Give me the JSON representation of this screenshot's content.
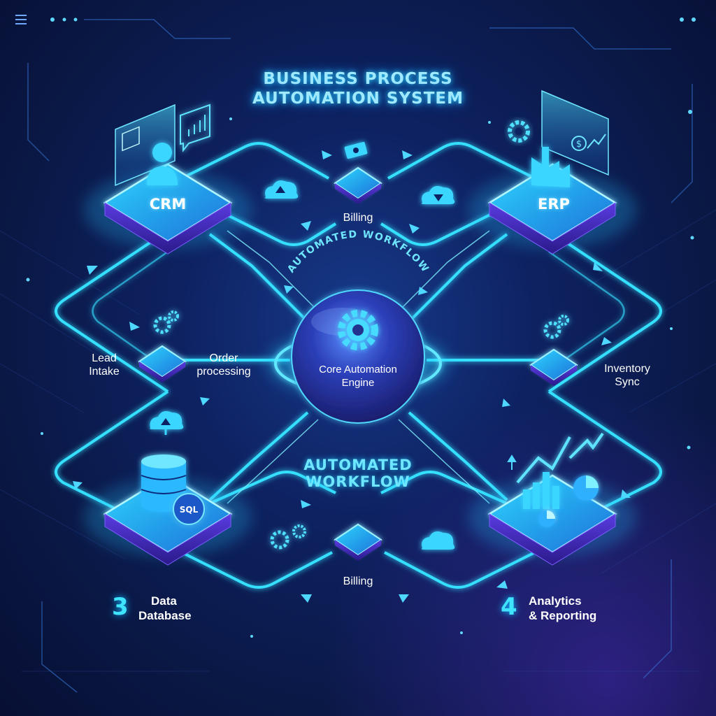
{
  "title": {
    "line1": "BUSINESS PROCESS",
    "line2": "AUTOMATION SYSTEM"
  },
  "nodes": {
    "crm": "CRM",
    "erp": "ERP",
    "database": {
      "number": "3",
      "line1": "Data",
      "line2": "Database",
      "sql_badge": "SQL"
    },
    "analytics": {
      "number": "4",
      "line1": "Analytics",
      "line2": "& Reporting"
    }
  },
  "engine": {
    "line1": "Core Automation",
    "line2": "Engine",
    "arc_label": "AUTOMATED WORKFLOW"
  },
  "workflow_label": {
    "line1": "AUTOMATED",
    "line2": "WORKFLOW"
  },
  "steps": {
    "billing_top": "Billing",
    "billing_bottom": "Billing",
    "lead_intake": {
      "line1": "Lead",
      "line2": "Intake"
    },
    "order_processing": {
      "line1": "Order",
      "line2": "processing"
    },
    "inventory_sync": {
      "line1": "Inventory",
      "line2": "Sync"
    }
  },
  "colors": {
    "background": "#0a1845",
    "accent": "#3fe4ff",
    "glow": "#20c8ff",
    "purple": "#7b4dff"
  }
}
